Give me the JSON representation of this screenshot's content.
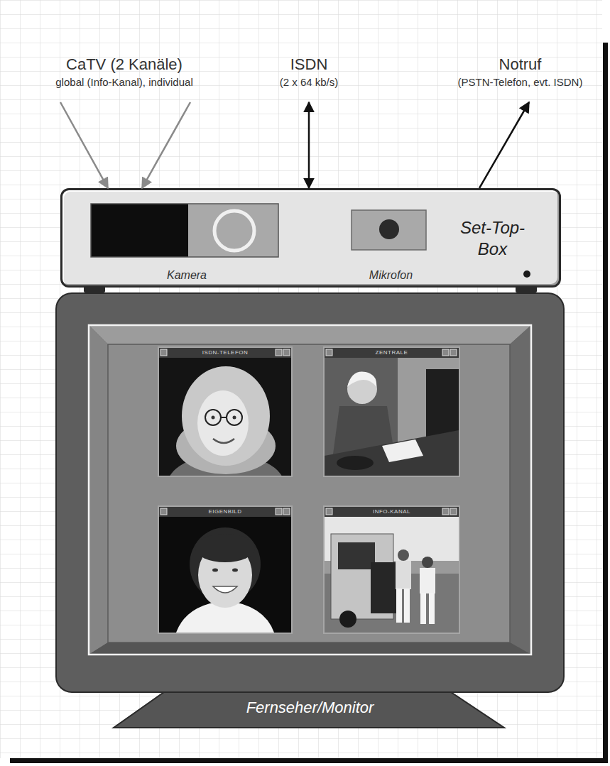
{
  "diagram": {
    "nodes": [
      {
        "text": [
          "CaTV (2 Kanäle)",
          "global (Info-Kanal), individual"
        ]
      },
      {
        "text": [
          "ISDN",
          "(2 x 64 kb/s)"
        ]
      },
      {
        "text": [
          "Notruf",
          "(PSTN-Telefon, evt. ISDN)"
        ]
      },
      {
        "text": [
          "Set-Top-Box"
        ]
      },
      {
        "text": [
          "Kamera"
        ],
        "in": 3
      },
      {
        "text": [
          "Mikrofon"
        ],
        "in": 3
      },
      {
        "text": [
          "Fernseher/Monitor"
        ]
      },
      {
        "text": [
          "ISDN-TELEFON"
        ],
        "in": 6
      },
      {
        "text": [
          "ZENTRALE"
        ],
        "in": 6
      },
      {
        "text": [
          "EIGENBILD"
        ],
        "in": 6
      },
      {
        "text": [
          "INFO-KANAL"
        ],
        "in": 6
      }
    ],
    "edges": [
      {
        "from": 0,
        "to": 3,
        "arrow": "to"
      },
      {
        "from": 0,
        "to": 3,
        "arrow": "to"
      },
      {
        "from": 1,
        "to": 3,
        "arrow": "both"
      },
      {
        "from": 3,
        "to": 2,
        "arrow": "to"
      }
    ]
  }
}
